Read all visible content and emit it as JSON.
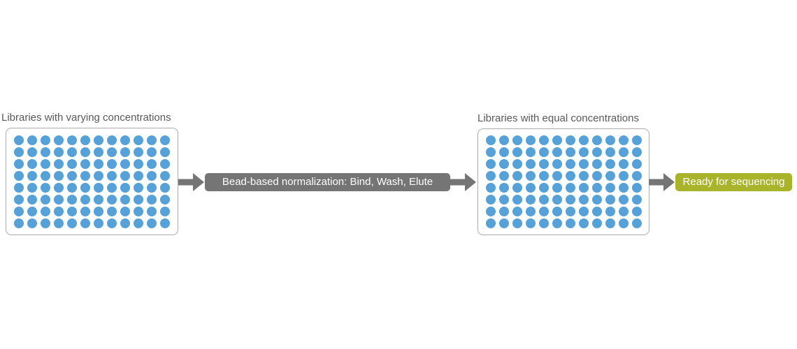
{
  "diagram": {
    "left_plate": {
      "label": "Libraries with varying concentrations",
      "rows": 8,
      "cols": 12
    },
    "process_box": {
      "label": "Bead-based normalization: Bind, Wash, Elute"
    },
    "right_plate": {
      "label": "Libraries with equal concentrations",
      "rows": 8,
      "cols": 12
    },
    "result_box": {
      "label": "Ready for sequencing"
    }
  },
  "colors": {
    "dot_blue": "#56a1d8",
    "process_gray": "#757575",
    "result_green": "#a9b42b",
    "label_text": "#58595b",
    "plate_border": "#ababab"
  }
}
